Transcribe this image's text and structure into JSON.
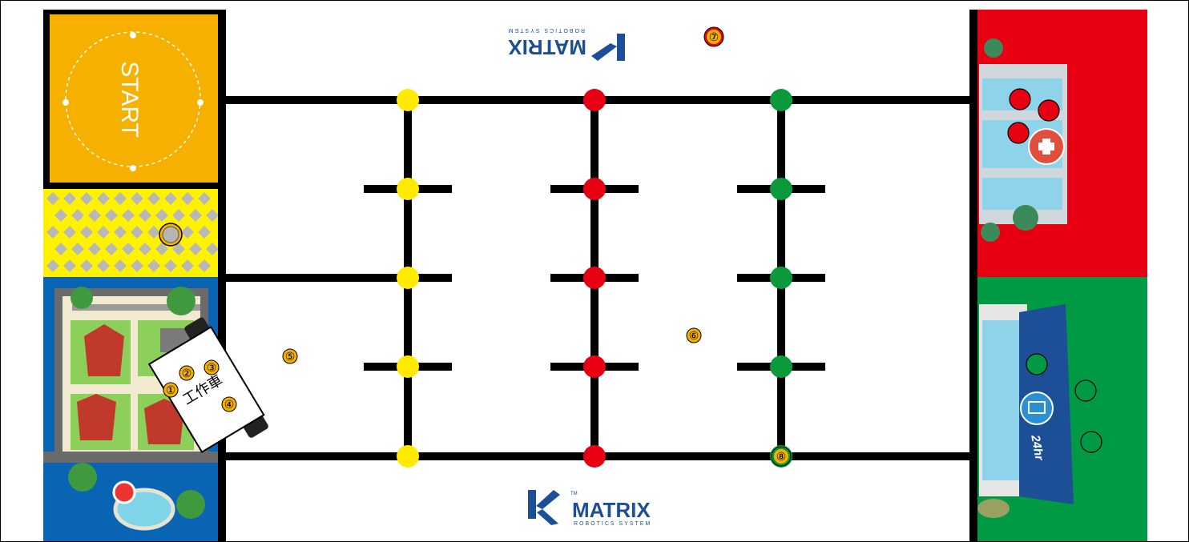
{
  "start_zone": {
    "label": "START",
    "color": "#f5b000"
  },
  "yellow_zone": {
    "color": "#fff200",
    "lattice_color": "#b8b8b8"
  },
  "residential_zone": {
    "color": "#0a64b4"
  },
  "hospital_zone": {
    "color": "#e60012"
  },
  "store_zone": {
    "color": "#009944",
    "sign_text": "24hr"
  },
  "logo": {
    "brand": "MATRIX",
    "tagline": "ROBOTICS SYSTEM",
    "tm": "TM",
    "color": "#1d4f96"
  },
  "vehicle": {
    "label": "工作車",
    "positions": [
      "①",
      "②",
      "③",
      "④"
    ]
  },
  "markers": {
    "m5": "⑤",
    "m6": "⑥",
    "m7": "⑦",
    "m8": "⑧"
  },
  "node_colors": {
    "yellow": "#ffea00",
    "red": "#e60012",
    "green": "#0a9a3c",
    "marker_fill": "#f5b000"
  },
  "legend_note": ""
}
